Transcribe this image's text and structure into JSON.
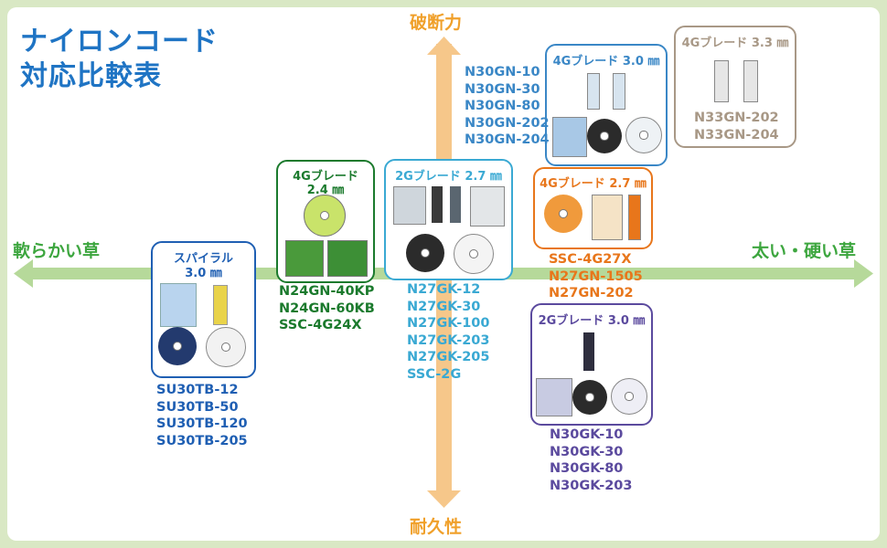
{
  "title": {
    "line1": "ナイロンコード",
    "line2": "対応比較表"
  },
  "axes": {
    "top": "破断力",
    "bottom": "耐久性",
    "left": "軟らかい草",
    "right": "太い・硬い草"
  },
  "colors": {
    "title": "#1f74c4",
    "axis_horizontal": "#b6d99a",
    "axis_vertical": "#f6c78a",
    "axis_top_label": "#f0a02a",
    "axis_bottom_label": "#f0a02a",
    "axis_side_label": "#3da63f",
    "spiral": "#1f5fb3",
    "g4_24": "#1b7a2d",
    "g2_27": "#3aa9d3",
    "g4_30": "#3a87c6",
    "g4_33": "#a89886",
    "g4_27": "#e8761b",
    "g2_30": "#5b4a9e"
  },
  "groups": [
    {
      "id": "spiral",
      "title_line1": "スパイラル",
      "title_line2": "3.0 ㎜",
      "models": [
        "SU30TB-12",
        "SU30TB-50",
        "SU30TB-120",
        "SU30TB-205"
      ]
    },
    {
      "id": "g4_24",
      "title_line1": "4Gブレード",
      "title_line2": "2.4 ㎜",
      "models": [
        "N24GN-40KP",
        "N24GN-60KB",
        "SSC-4G24X"
      ]
    },
    {
      "id": "g2_27",
      "title_line1": "2Gブレード 2.7 ㎜",
      "title_line2": "",
      "models": [
        "N27GK-12",
        "N27GK-30",
        "N27GK-100",
        "N27GK-203",
        "N27GK-205",
        "SSC-2G"
      ]
    },
    {
      "id": "g4_30",
      "title_line1": "4Gブレード 3.0 ㎜",
      "title_line2": "",
      "models": [
        "N30GN-10",
        "N30GN-30",
        "N30GN-80",
        "N30GN-202",
        "N30GN-204"
      ]
    },
    {
      "id": "g4_33",
      "title_line1": "4Gブレード 3.3 ㎜",
      "title_line2": "",
      "models": [
        "N33GN-202",
        "N33GN-204"
      ]
    },
    {
      "id": "g4_27",
      "title_line1": "4Gブレード 2.7 ㎜",
      "title_line2": "",
      "models": [
        "SSC-4G27X",
        "N27GN-1505",
        "N27GN-202"
      ]
    },
    {
      "id": "g2_30",
      "title_line1": "2Gブレード 3.0 ㎜",
      "title_line2": "",
      "models": [
        "N30GK-10",
        "N30GK-30",
        "N30GK-80",
        "N30GK-203"
      ]
    }
  ]
}
